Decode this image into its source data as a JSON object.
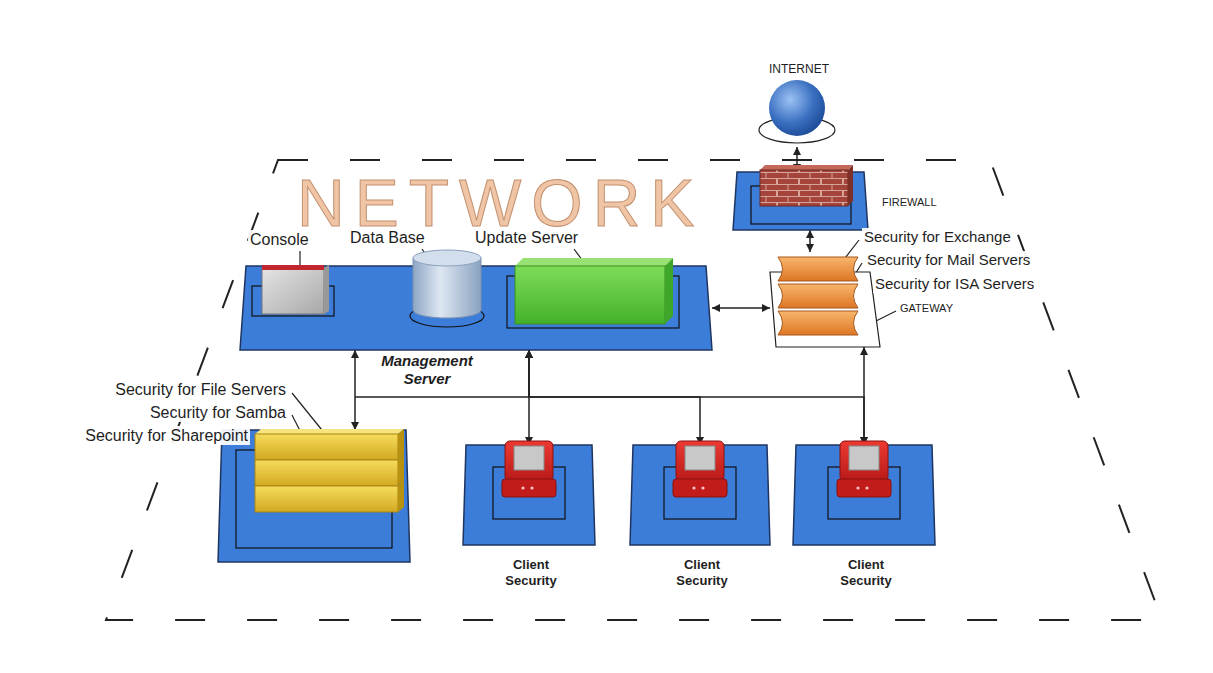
{
  "diagram": {
    "title": "NETWORK",
    "nodes": [
      {
        "text": [
          "INTERNET"
        ]
      },
      {
        "text": [
          "FIREWALL"
        ]
      },
      {
        "text": [
          "Security for Exchange",
          "Security for Mail Servers",
          "Security for ISA Servers",
          "GATEWAY"
        ]
      },
      {
        "text": [
          "Management Server"
        ]
      },
      {
        "text": [
          "Console"
        ],
        "in": 3
      },
      {
        "text": [
          "Data Base"
        ],
        "in": 3
      },
      {
        "text": [
          "Update Server"
        ],
        "in": 3
      },
      {
        "text": [
          "Security for File Servers",
          "Security for Samba",
          "Security for Sharepoint"
        ]
      },
      {
        "text": [
          "Client Security"
        ]
      },
      {
        "text": [
          "Client Security"
        ]
      },
      {
        "text": [
          "Client Security"
        ]
      }
    ],
    "edges": [
      {
        "from": 0,
        "to": 1,
        "arrow": "both"
      },
      {
        "from": 1,
        "to": 2,
        "arrow": "both"
      },
      {
        "from": 2,
        "to": 3,
        "arrow": "both"
      },
      {
        "from": 3,
        "to": 7,
        "arrow": "both"
      },
      {
        "from": 3,
        "to": 8,
        "arrow": "both"
      },
      {
        "from": 3,
        "to": 9,
        "arrow": "both"
      },
      {
        "from": 3,
        "to": 10,
        "arrow": "both"
      },
      {
        "from": 2,
        "to": 10,
        "arrow": "both"
      }
    ]
  }
}
